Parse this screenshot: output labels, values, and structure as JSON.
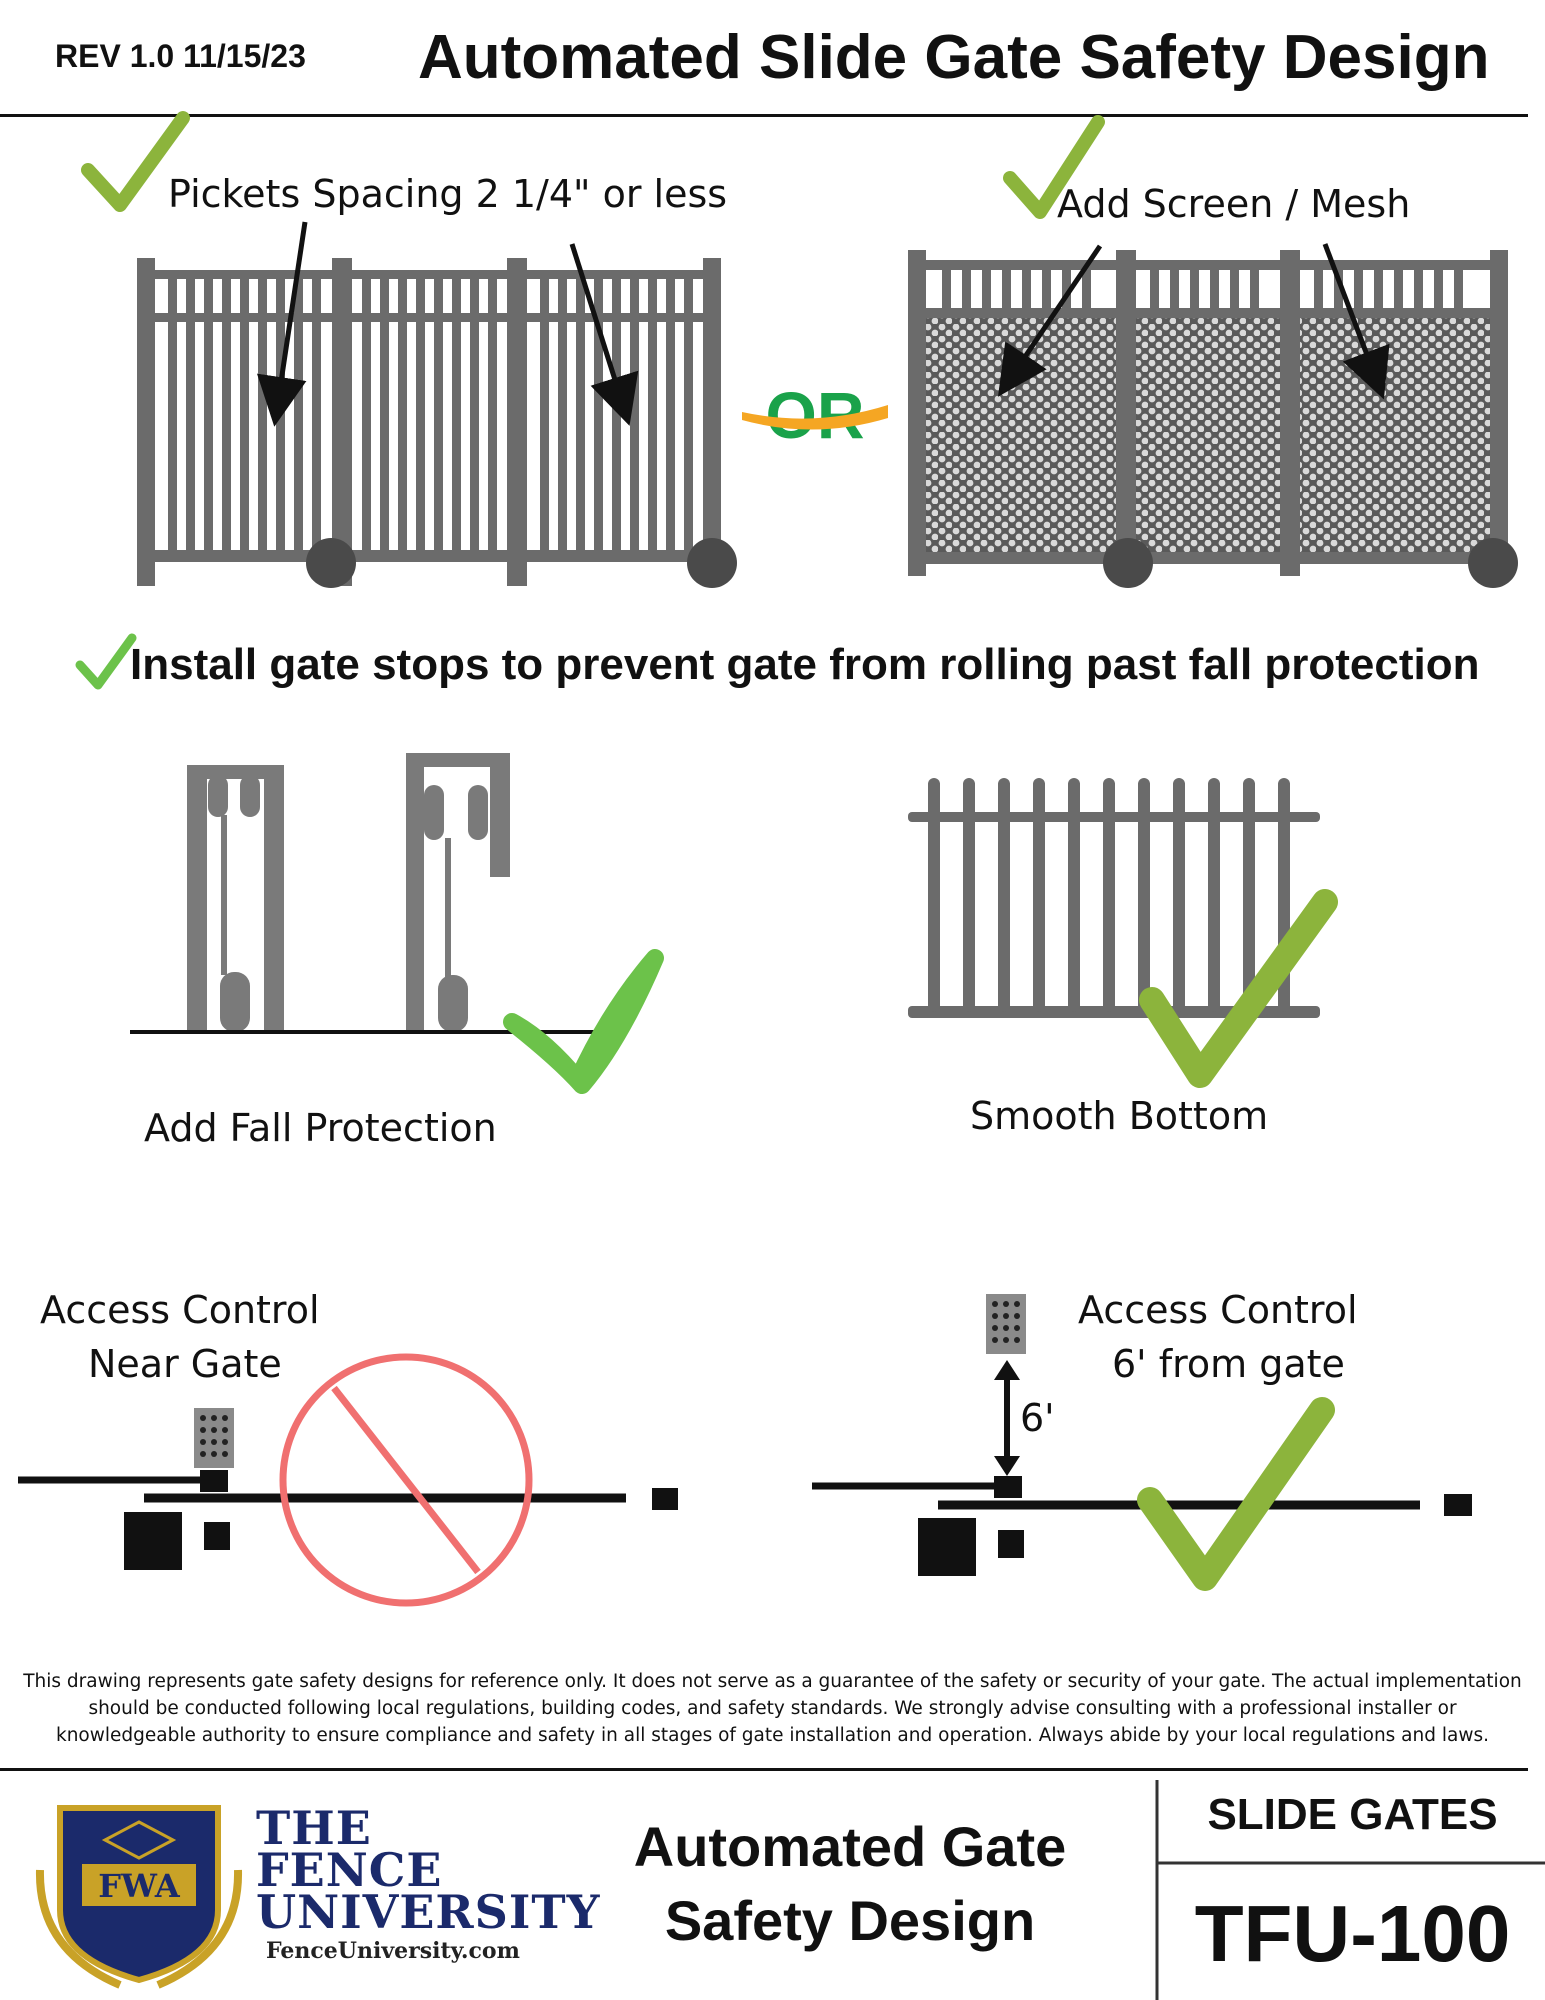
{
  "header": {
    "revision": "REV 1.0 11/15/23",
    "title": "Automated Slide Gate Safety Design"
  },
  "sections": {
    "pickets_label": "Pickets Spacing 2 1/4\" or less",
    "or_label": "OR",
    "mesh_label": "Add Screen / Mesh",
    "gate_stops_label": "Install gate stops  to prevent gate from rolling past fall protection",
    "fall_protection_label": "Add Fall Protection",
    "smooth_bottom_label": "Smooth Bottom",
    "access_near_line1": "Access Control",
    "access_near_line2": "Near Gate",
    "access_far_line1": "Access Control",
    "access_far_line2": "6' from gate",
    "distance_label": "6'"
  },
  "disclaimer": {
    "line1": "This drawing represents gate safety designs for reference only. It does not serve as a guarantee of the safety or security of your gate. The actual implementation",
    "line2": "should be conducted following local regulations, building codes, and safety standards. We strongly advise consulting with a professional installer or",
    "line3": "knowledgeable authority to ensure compliance and safety in all stages of gate installation and operation. Always abide by your local regulations and laws."
  },
  "footer": {
    "logo_badge": "FWA",
    "logo_line1": "THE",
    "logo_line2": "FENCE",
    "logo_line3": "UNIVERSITY",
    "logo_url": "FenceUniversity.com",
    "title_line1": "Automated Gate",
    "title_line2": "Safety Design",
    "category": "SLIDE GATES",
    "doc_number": "TFU-100"
  },
  "colors": {
    "check_green": "#8cb43c",
    "check_bright": "#6cc24a",
    "prohibit_red": "#f07070",
    "fence_gray": "#6b6b6b",
    "or_green": "#1aa24a",
    "or_orange": "#f5a623",
    "logo_navy": "#1b2a6b",
    "logo_gold": "#c9a227"
  }
}
